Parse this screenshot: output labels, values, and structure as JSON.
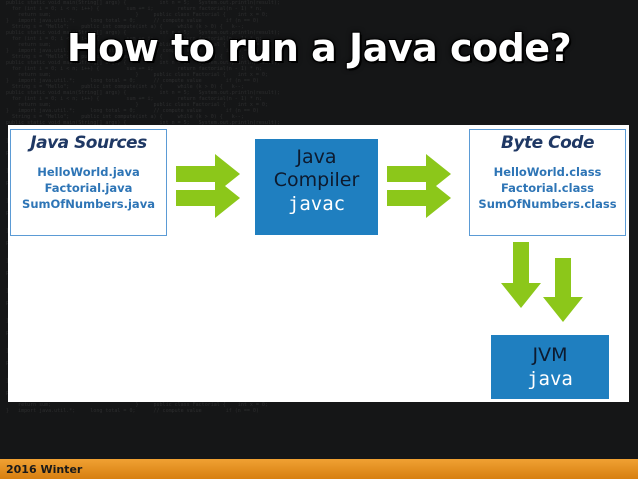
{
  "slide": {
    "title": "How to run a Java code?",
    "footer": "2016 Winter"
  },
  "diagram": {
    "sources": {
      "title": "Java Sources",
      "items": [
        "HelloWorld.java",
        "Factorial.java",
        "SumOfNumbers.java"
      ]
    },
    "compiler": {
      "line1": "Java",
      "line2": "Compiler",
      "command": "javac"
    },
    "bytecode": {
      "title": "Byte Code",
      "items": [
        "HelloWorld.class",
        "Factorial.class",
        "SumOfNumbers.class"
      ]
    },
    "jvm": {
      "label": "JVM",
      "command": "java"
    }
  },
  "colors": {
    "arrow": "#8cc71a",
    "box_blue": "#1f7fc0",
    "box_border": "#5b9bd5",
    "title_navy": "#1f3864",
    "item_blue": "#2e75b6",
    "footer_orange": "#e8911f"
  }
}
